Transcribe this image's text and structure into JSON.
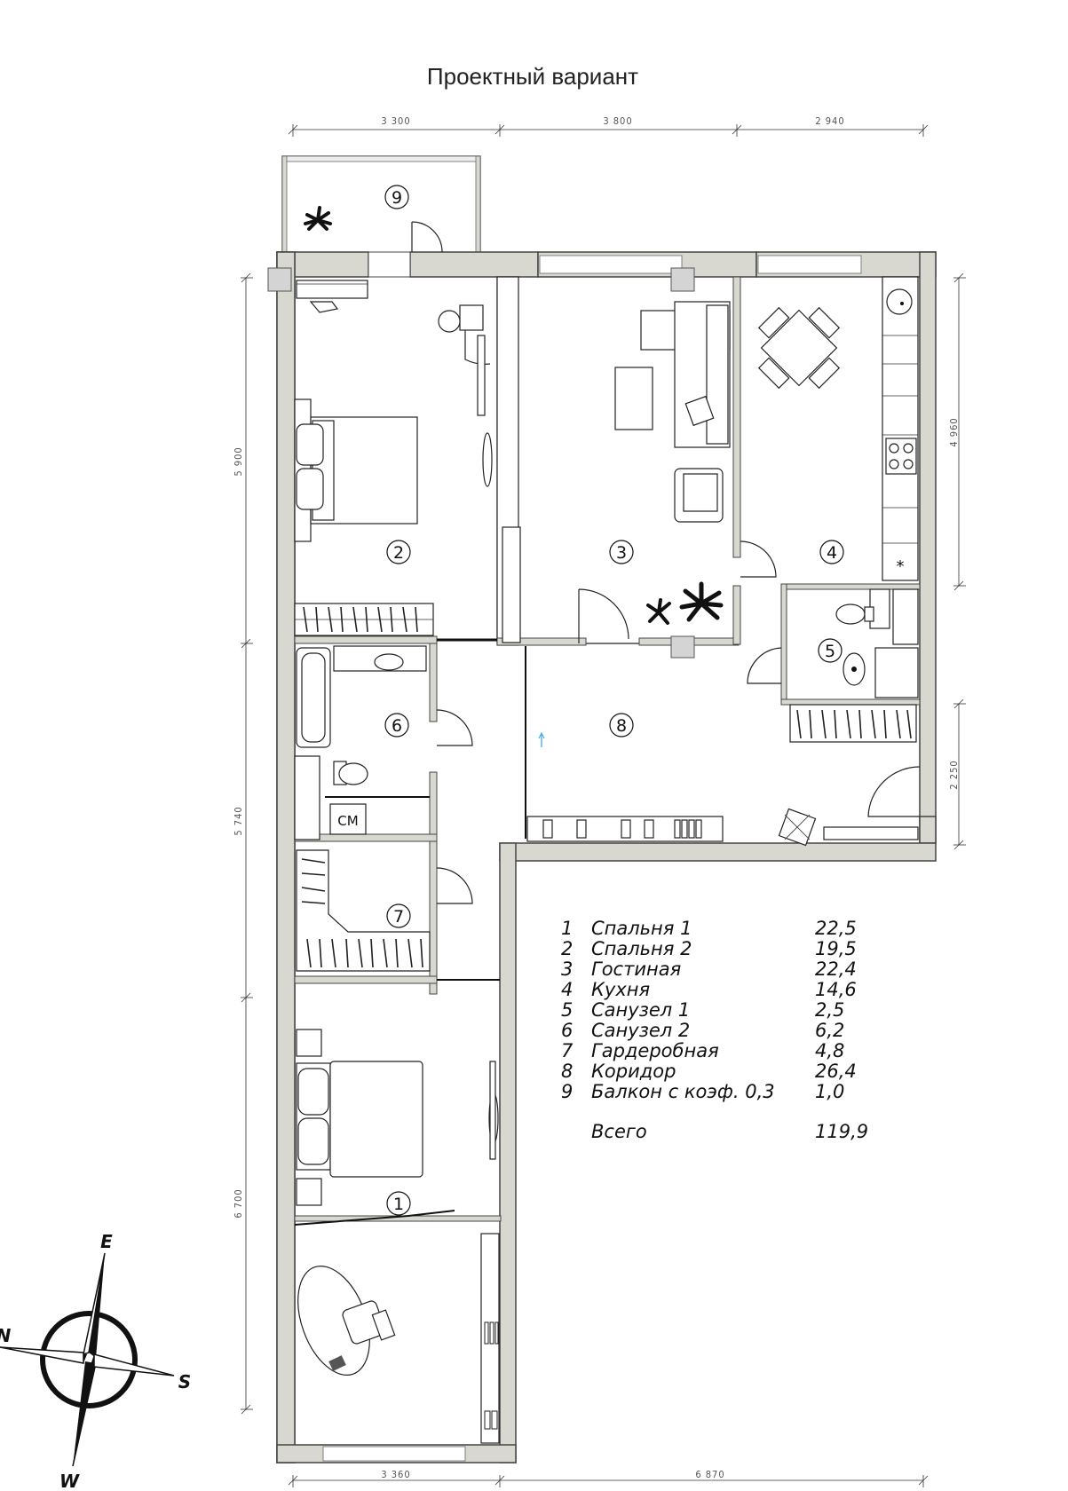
{
  "title": "Проектный вариант",
  "dimensions": {
    "top": [
      "3 300",
      "3 800",
      "2 940"
    ],
    "bottom": [
      "3 360",
      "6 870"
    ],
    "left": [
      "5 900",
      "5 740",
      "6 700"
    ],
    "right": [
      "4 960",
      "2 250"
    ]
  },
  "room_labels": [
    "1",
    "2",
    "3",
    "4",
    "5",
    "6",
    "7",
    "8",
    "9"
  ],
  "fixture_label": "СМ",
  "legend": {
    "rows": [
      {
        "num": "1",
        "name": "Спальня 1",
        "area": "22,5"
      },
      {
        "num": "2",
        "name": "Спальня 2",
        "area": "19,5"
      },
      {
        "num": "3",
        "name": "Гостиная",
        "area": "22,4"
      },
      {
        "num": "4",
        "name": "Кухня",
        "area": "14,6"
      },
      {
        "num": "5",
        "name": "Санузел 1",
        "area": "2,5"
      },
      {
        "num": "6",
        "name": "Санузел 2",
        "area": "6,2"
      },
      {
        "num": "7",
        "name": "Гардеробная",
        "area": "4,8"
      },
      {
        "num": "8",
        "name": "Коридор",
        "area": "26,4"
      },
      {
        "num": "9",
        "name": "Балкон с коэф. 0,3",
        "area": "1,0"
      }
    ],
    "total_label": "Всего",
    "total_area": "119,9"
  },
  "compass": {
    "e": "E",
    "s": "S",
    "w": "W",
    "n": "N"
  }
}
